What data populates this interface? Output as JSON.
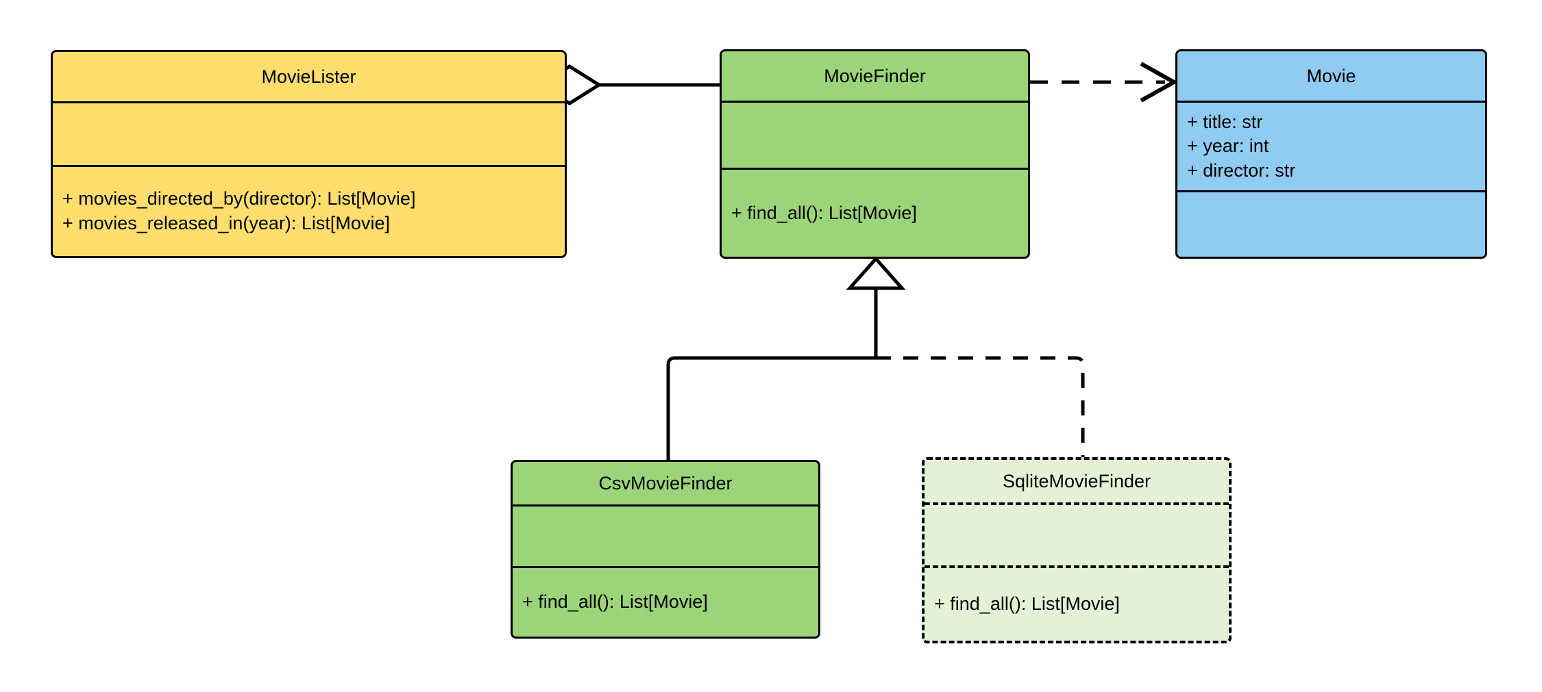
{
  "diagram": {
    "kind": "uml-class-diagram",
    "background": "#ffffff",
    "line_color": "#000000"
  },
  "classes": {
    "movielister": {
      "name": "MovieLister",
      "fill": "#FFDE6E",
      "border_style": "solid",
      "attributes": [],
      "operations": [
        "+ movies_directed_by(director): List[Movie]",
        "+ movies_released_in(year): List[Movie]"
      ]
    },
    "moviefinder": {
      "name": "MovieFinder",
      "fill": "#9CD47A",
      "border_style": "solid",
      "attributes": [],
      "operations": [
        "+ find_all(): List[Movie]"
      ]
    },
    "movie": {
      "name": "Movie",
      "fill": "#90CBF2",
      "border_style": "solid",
      "attributes": [
        "+ title: str",
        "+ year: int",
        "+ director: str"
      ],
      "operations": []
    },
    "csvmoviefinder": {
      "name": "CsvMovieFinder",
      "fill": "#9CD47A",
      "border_style": "solid",
      "attributes": [],
      "operations": [
        "+ find_all(): List[Movie]"
      ]
    },
    "sqlitemoviefinder": {
      "name": "SqliteMovieFinder",
      "fill": "#E3F2D7",
      "border_style": "dashed",
      "attributes": [],
      "operations": [
        "+ find_all(): List[Movie]"
      ]
    }
  },
  "relationships": [
    {
      "id": "aggregation-movielister-moviefinder",
      "type": "aggregation",
      "source": "MovieLister",
      "target": "MovieFinder",
      "line_style": "solid",
      "source_decoration": "hollow-diamond",
      "target_decoration": "none"
    },
    {
      "id": "dependency-moviefinder-movie",
      "type": "dependency",
      "source": "MovieFinder",
      "target": "Movie",
      "line_style": "dashed",
      "source_decoration": "none",
      "target_decoration": "open-arrow"
    },
    {
      "id": "generalization-csvmoviefinder-moviefinder",
      "type": "generalization",
      "source": "CsvMovieFinder",
      "target": "MovieFinder",
      "line_style": "solid",
      "source_decoration": "none",
      "target_decoration": "hollow-triangle"
    },
    {
      "id": "generalization-sqlitemoviefinder-moviefinder",
      "type": "generalization",
      "source": "SqliteMovieFinder",
      "target": "MovieFinder",
      "line_style": "dashed",
      "source_decoration": "none",
      "target_decoration": "hollow-triangle"
    }
  ]
}
